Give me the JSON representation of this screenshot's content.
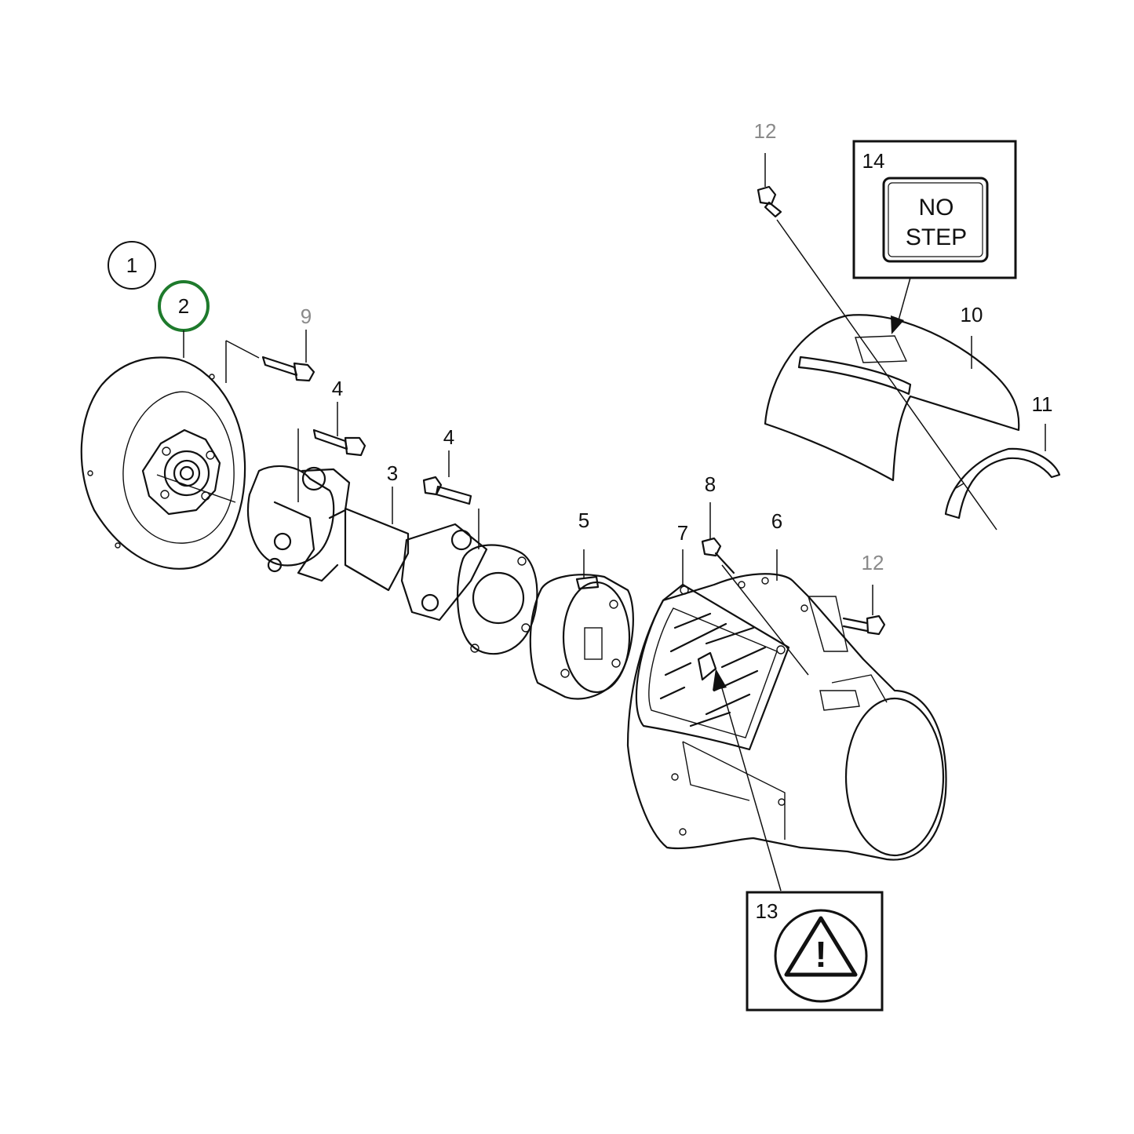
{
  "diagram": {
    "labels": {
      "l1": "1",
      "l2": "2",
      "l3": "3",
      "l4a": "4",
      "l4b": "4",
      "l5": "5",
      "l6": "6",
      "l7": "7",
      "l8": "8",
      "l9": "9",
      "l10": "10",
      "l11": "11",
      "l12a": "12",
      "l12b": "12",
      "l13": "13",
      "l14": "14"
    },
    "decal_no_step": {
      "line1": "NO",
      "line2": "STEP"
    },
    "decal_warning_symbol": "!",
    "highlight_color": "#1e7a2c"
  }
}
